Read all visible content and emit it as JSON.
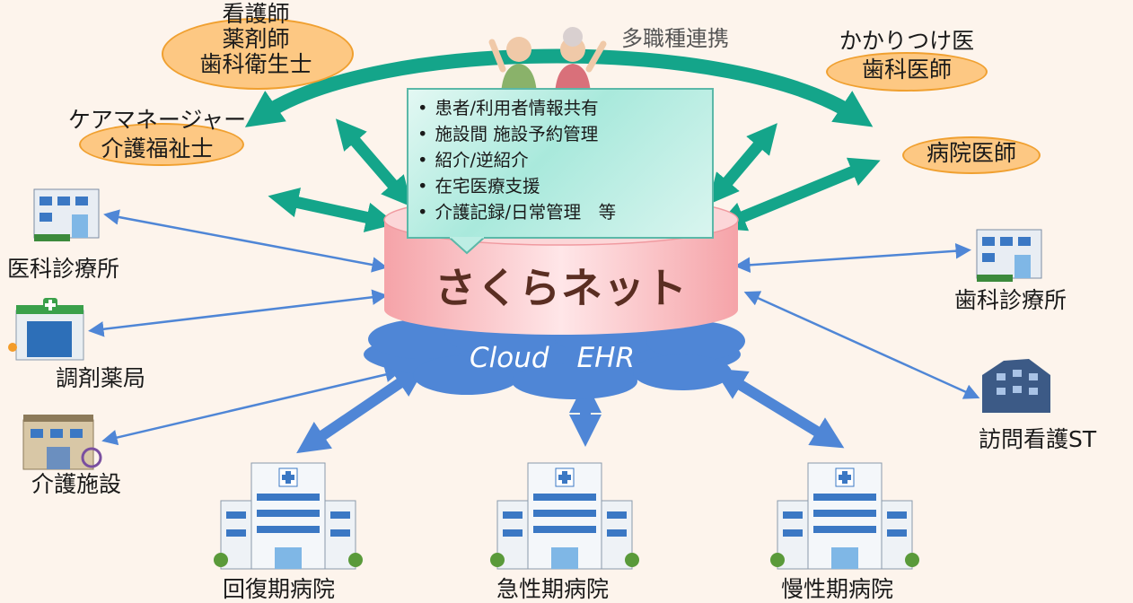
{
  "title_top": "多職種連携",
  "staff_group": [
    "看護師",
    "薬剤師",
    "歯科衛生士"
  ],
  "care_group": [
    "ケアマネージャー",
    "介護福祉士"
  ],
  "family_doctor_group": [
    "かかりつけ医",
    "歯科医師"
  ],
  "hospital_doctor": "病院医師",
  "features": [
    "患者/利用者情報共有",
    "施設間 施設予約管理",
    "紹介/逆紹介",
    "在宅医療支援",
    "介護記録/日常管理　等"
  ],
  "network_name": "さくらネット",
  "cloud_label": "Cloud　EHR",
  "facilities": {
    "medical_clinic": "医科診療所",
    "pharmacy": "調剤薬局",
    "care_facility": "介護施設",
    "dental_clinic": "歯科診療所",
    "visiting_nurse": "訪問看護ST",
    "recovery_hospital": "回復期病院",
    "acute_hospital": "急性期病院",
    "chronic_hospital": "慢性期病院"
  },
  "colors": {
    "teal_arrow": "#14a58a",
    "blue_arrow": "#4f86d6",
    "cloud": "#4f86d6",
    "oval": "#fdc883",
    "db_pink": "#f8b6ba",
    "title_brown": "#5a2e22"
  }
}
